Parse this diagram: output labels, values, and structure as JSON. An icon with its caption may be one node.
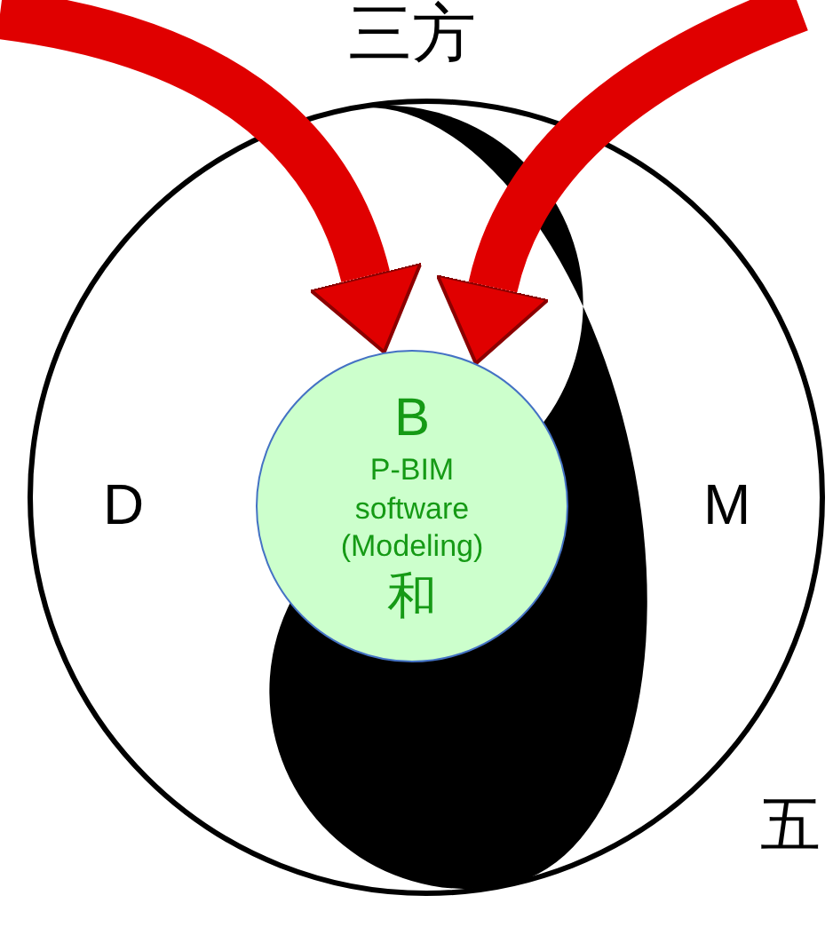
{
  "diagram": {
    "nodes": [
      {
        "text": [],
        "shape": "circle"
      },
      {
        "text": [
          "B",
          "P-BIM software (Modeling)",
          "和"
        ],
        "in": 0
      }
    ],
    "edges": [
      {
        "from": null,
        "to": 1,
        "arrow": "to"
      },
      {
        "from": null,
        "to": 1,
        "arrow": "to"
      }
    ],
    "labels": [
      "三方",
      "D",
      "M",
      "五"
    ]
  }
}
